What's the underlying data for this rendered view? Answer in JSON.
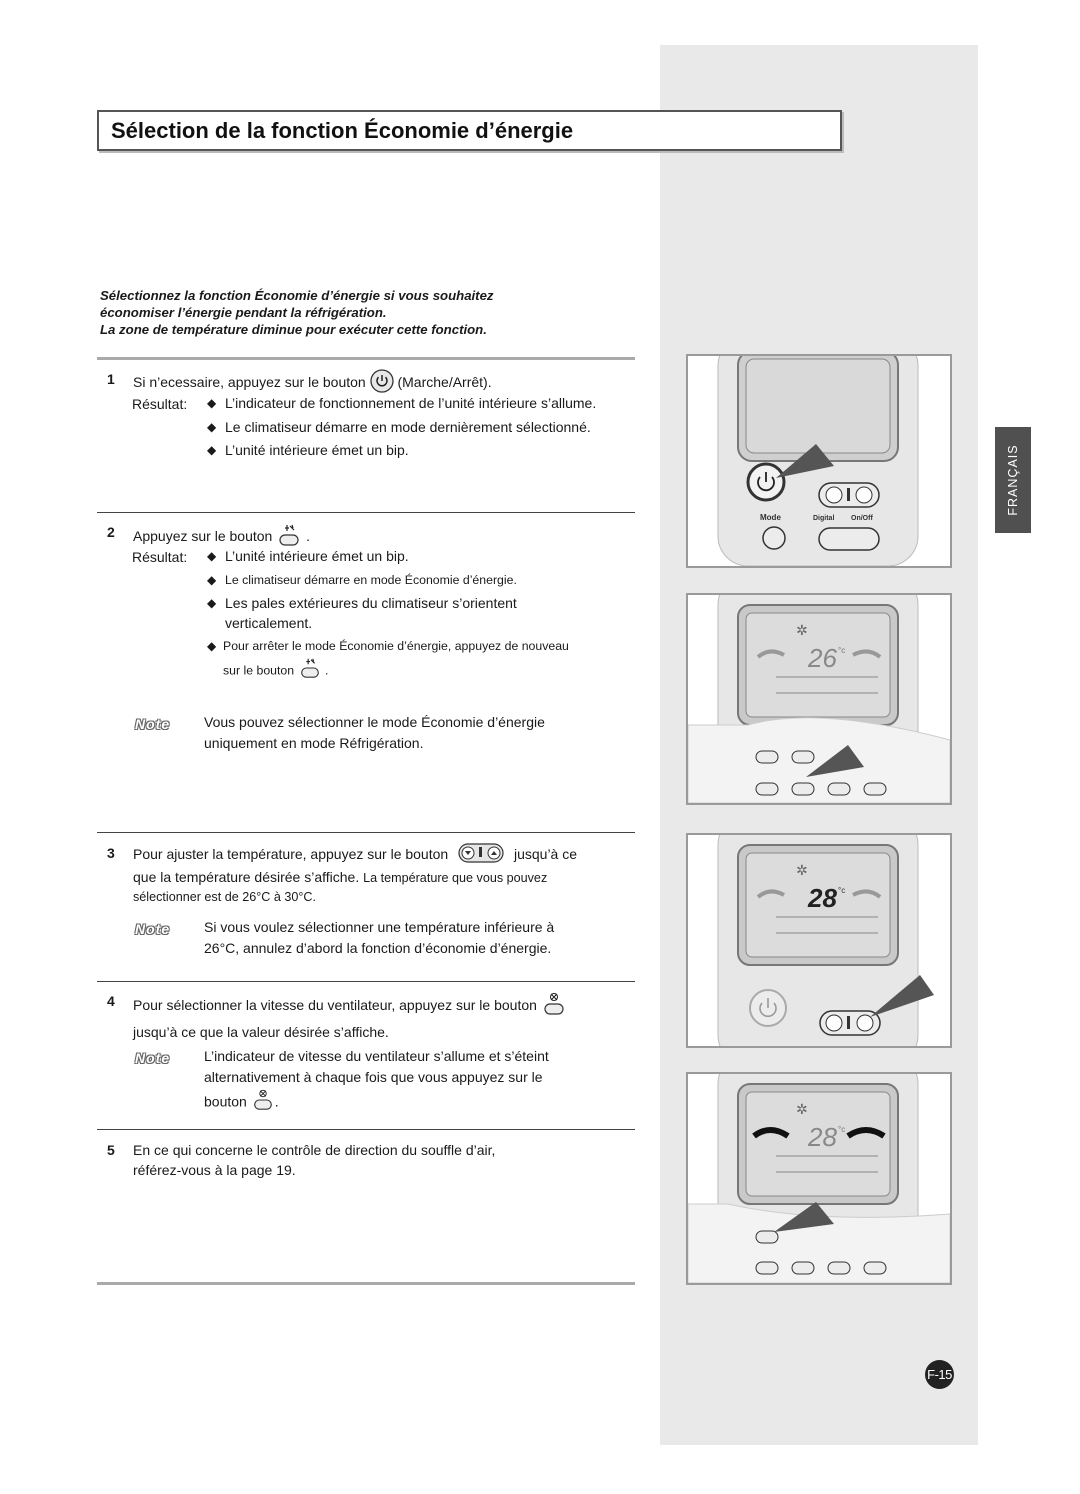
{
  "title": "Sélection de la fonction Économie d’énergie",
  "intro": {
    "line1": "Sélectionnez la fonction Économie d’énergie si vous souhaitez",
    "line2": "économiser l’énergie pendant la réfrigération.",
    "line3": "La zone de température diminue pour exécuter cette fonction."
  },
  "result_label": "Résultat:",
  "note_label": "Note",
  "step1": {
    "number": "1",
    "text_before": "Si n’ecessaire, appuyez sur le bouton",
    "text_after": "(Marche/Arrêt).",
    "button_icon": "power-icon",
    "results": [
      "L’indicateur de fonctionnement de l’unité intérieure s’allume.",
      "Le climatiseur démarre en mode dernièrement sélectionné.",
      "L’unité intérieure émet un bip."
    ]
  },
  "step2": {
    "number": "2",
    "text_before": "Appuyez sur le bouton",
    "text_after": ".",
    "button_icon": "energy-saving-icon",
    "results": [
      "L’unité intérieure émet un bip.",
      "Le climatiseur démarre en mode Économie d’énergie.",
      "Les pales extérieures du climatiseur s’orientent",
      "verticalement.",
      "Pour arrêter le mode Économie d’énergie, appuyez de nouveau",
      "sur le bouton",
      "."
    ],
    "note_line1": "Vous pouvez sélectionner le mode Économie d’énergie",
    "note_line2": "uniquement en mode Réfrigération."
  },
  "step3": {
    "number": "3",
    "text_before": "Pour ajuster la température, appuyez sur le bouton",
    "text_after": "jusqu’à ce",
    "line2": "que la température désirée s’affiche.",
    "line2_small": "La température que vous pouvez",
    "line3": "sélectionner est de 26°C à 30°C.",
    "button_icon": "temperature-up-down-icon",
    "note_line1": "Si vous voulez sélectionner une température inférieure à",
    "note_line2": "26°C, annulez d’abord la fonction d’économie d’énergie."
  },
  "step4": {
    "number": "4",
    "text_before": "Pour sélectionner la vitesse du ventilateur, appuyez sur le bouton",
    "line2": "jusqu’à ce que la valeur désirée s’affiche.",
    "button_icon": "fan-speed-icon",
    "note_line1": "L’indicateur de vitesse du ventilateur s’allume et s’éteint",
    "note_line2": "alternativement à chaque fois que vous appuyez sur le",
    "note_line3": "bouton",
    "note_line3_after": "."
  },
  "step5": {
    "number": "5",
    "line1": "En ce qui concerne le contrôle de direction du souffle d’air,",
    "line2": "référez-vous à la page 19."
  },
  "remote": {
    "mode_label": "Mode",
    "digital_label": "Digital",
    "onoff_label": "On/Off",
    "temp_display_1": "26",
    "temp_display_2": "28",
    "temp_display_3": "28",
    "unit": "°c"
  },
  "side_tab": "FRANÇAIS",
  "page_number": "F-15"
}
